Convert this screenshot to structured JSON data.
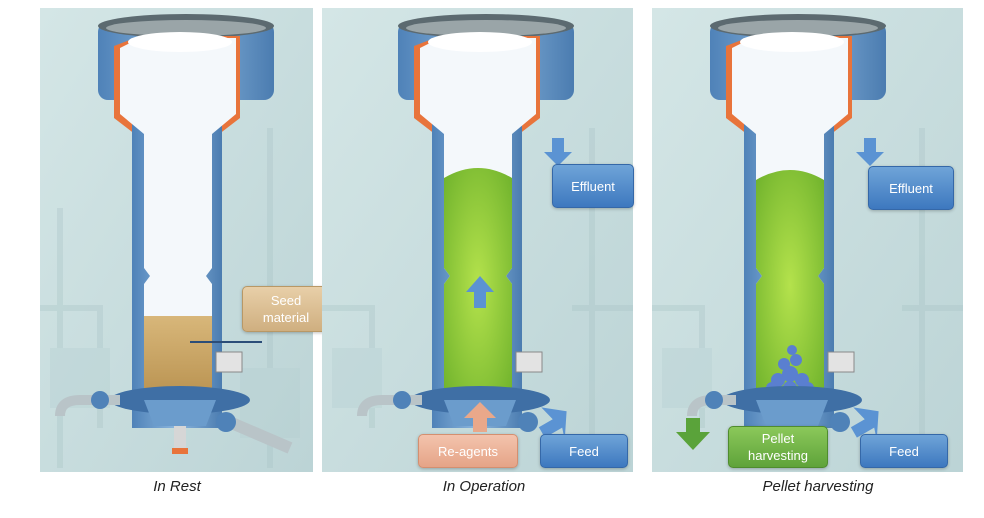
{
  "panels": [
    {
      "caption": "In Rest",
      "labels": {
        "seed": "Seed material"
      }
    },
    {
      "caption": "In Operation",
      "labels": {
        "effluent": "Effluent",
        "reagents": "Re-agents",
        "feed": "Feed"
      }
    },
    {
      "caption": "Pellet harvesting",
      "labels": {
        "effluent": "Effluent",
        "pellet": "Pellet harvesting",
        "feed": "Feed"
      }
    }
  ],
  "colors": {
    "steel": "#6b9ccc",
    "lining": "#e8743b",
    "seed": "#c9a467",
    "bed": "#8ccf3a",
    "pellets": "#5a7fd0",
    "arrow_blue": "#5b93d3",
    "arrow_pink": "#e9a88a",
    "arrow_green": "#5aa33a"
  }
}
